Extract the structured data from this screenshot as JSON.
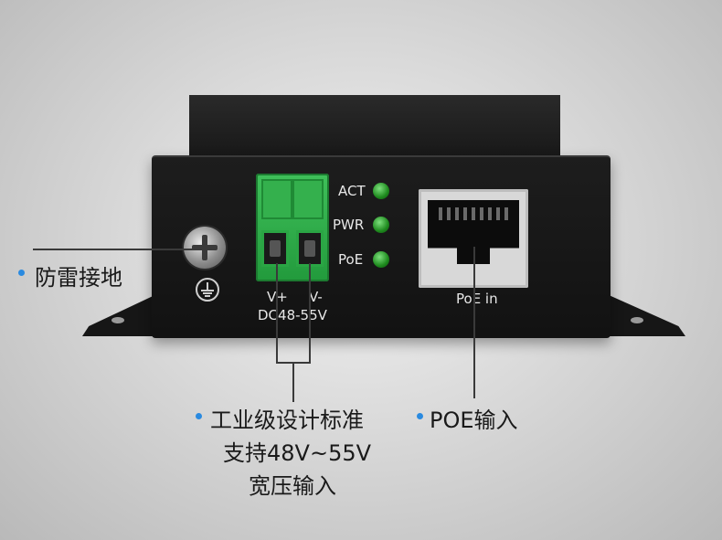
{
  "device": {
    "led_labels": [
      "ACT",
      "PWR",
      "PoE"
    ],
    "terminal_plus": "V+",
    "terminal_minus": "V-",
    "terminal_voltage": "DC48-55V",
    "port_label": "PoE in",
    "led_color": "#2fb52f",
    "terminal_color": "#2db14a"
  },
  "callouts": {
    "ground": "防雷接地",
    "power_line1": "工业级设计标准",
    "power_line2": "支持48V~55V",
    "power_line3": "宽压输入",
    "poe": "POE输入",
    "bullet_color": "#2a8ae0"
  }
}
